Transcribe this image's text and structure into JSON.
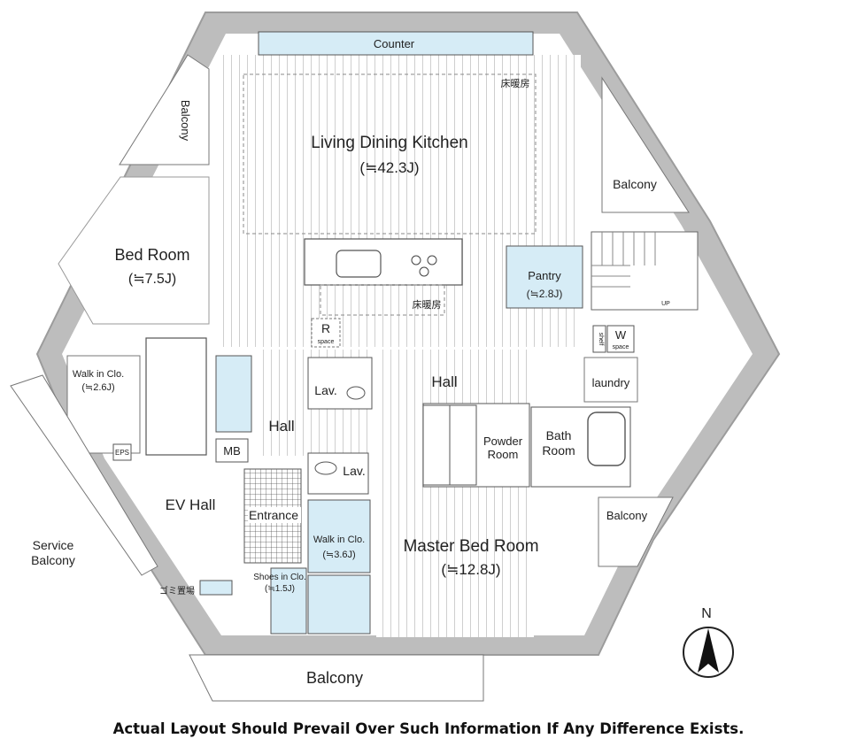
{
  "rooms": {
    "counter": "Counter",
    "ldk": "Living Dining Kitchen",
    "ldk_size": "(≒42.3J)",
    "floor_heating_1": "床暖房",
    "floor_heating_2": "床暖房",
    "bed_room": "Bed Room",
    "bed_room_size": "(≒7.5J)",
    "pantry": "Pantry",
    "pantry_size": "(≒2.8J)",
    "balcony_nw": "Balcony",
    "balcony_ne": "Balcony",
    "balcony_e": "Balcony",
    "balcony_s": "Balcony",
    "r_space_letter": "R",
    "r_space_word": "space",
    "w_space_letter": "W",
    "w_space_word": "space",
    "shelf": "shelf",
    "up": "UP",
    "walk_in_clo_1": "Walk in Clo.",
    "walk_in_clo_1_size": "(≒2.6J)",
    "lav_1": "Lav.",
    "lav_2": "Lav.",
    "hall_1": "Hall",
    "hall_2": "Hall",
    "laundry": "laundry",
    "eps": "EPS",
    "mb": "MB",
    "powder_room_1": "Powder",
    "powder_room_2": "Room",
    "bath_room_1": "Bath",
    "bath_room_2": "Room",
    "ev_hall": "EV Hall",
    "entrance": "Entrance",
    "walk_in_clo_2": "Walk in Clo.",
    "walk_in_clo_2_size": "(≒3.6J)",
    "master_bed_room": "Master Bed Room",
    "master_bed_room_size": "(≒12.8J)",
    "service_balcony_1": "Service",
    "service_balcony_2": "Balcony",
    "shoes_in_clo": "Shoes in Clo.",
    "shoes_in_clo_size": "(≒1.5J)",
    "garbage": "ゴミ置場"
  },
  "compass": {
    "label": "N"
  },
  "disclaimer": "Actual Layout Should Prevail Over Such Information If Any Difference Exists.",
  "colors": {
    "wall": "#b9b9b9",
    "closet": "#d6ecf6",
    "line": "#555555"
  }
}
